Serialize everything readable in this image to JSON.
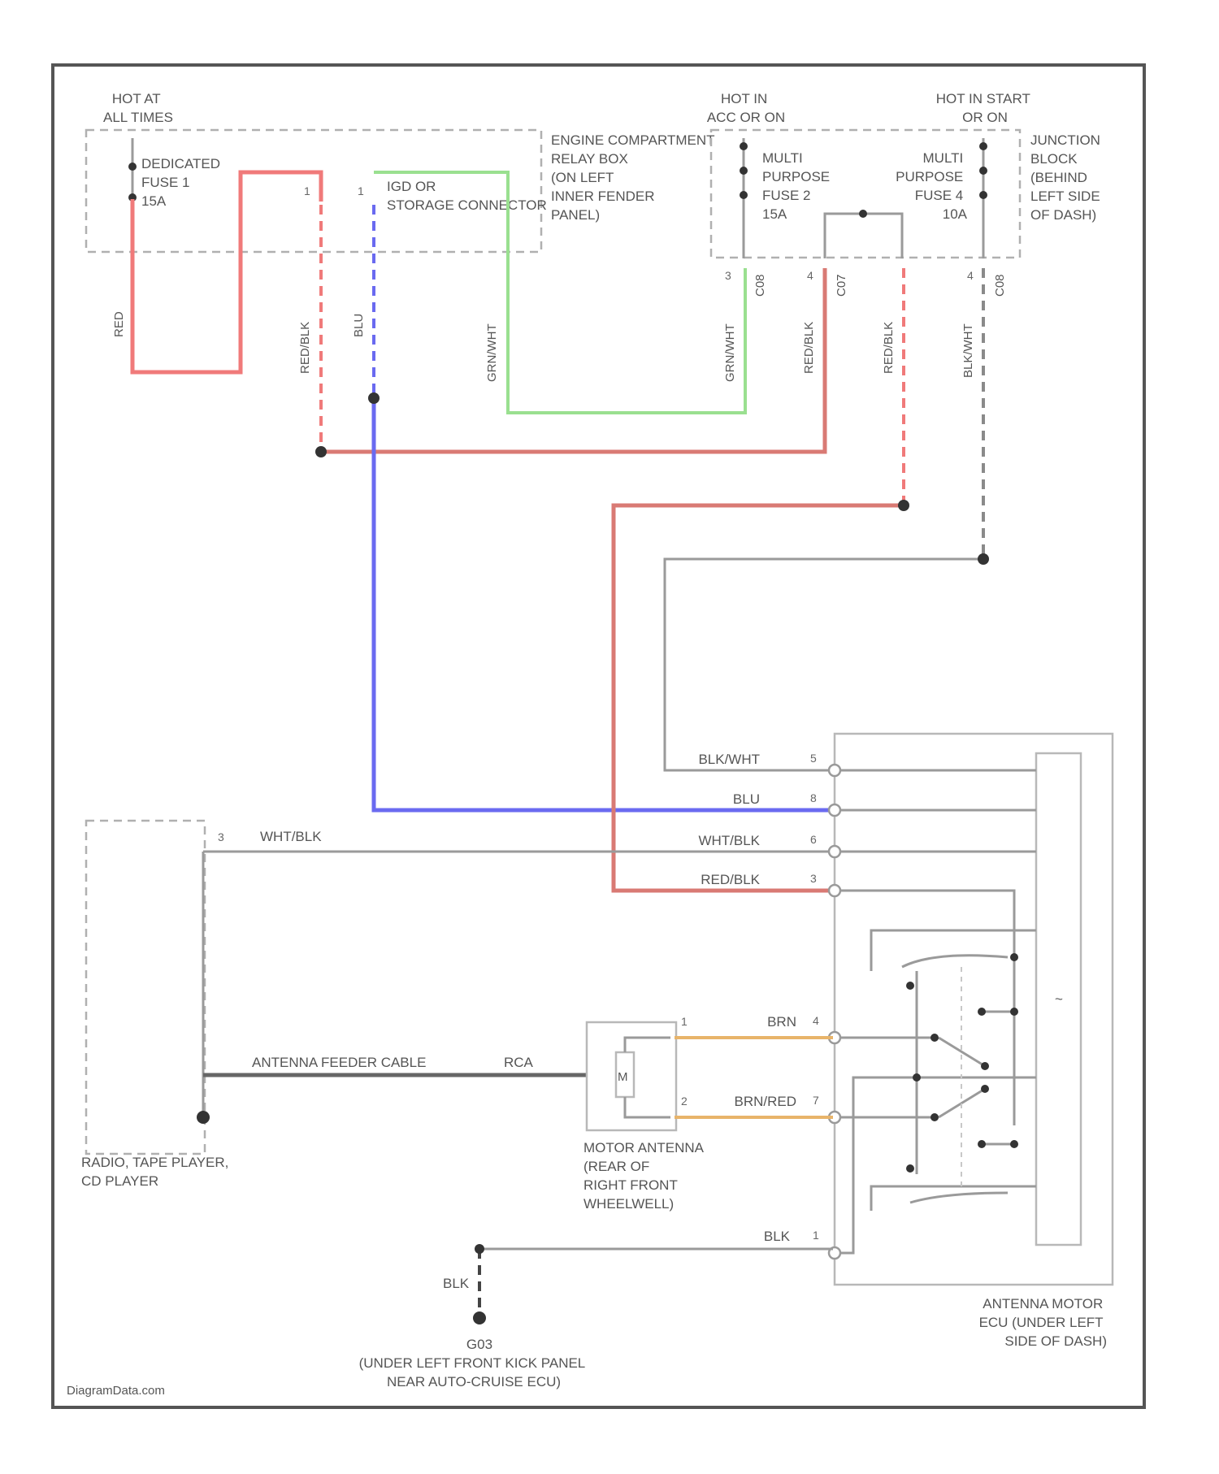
{
  "source_credit": "DiagramData.com",
  "power": {
    "hot_at_all_times": [
      "HOT AT",
      "ALL TIMES"
    ],
    "hot_in_acc_or_on": [
      "HOT IN",
      "ACC OR ON"
    ],
    "hot_in_start_or_on": [
      "HOT IN START",
      "OR ON"
    ]
  },
  "engine_relay_box": {
    "label": [
      "ENGINE COMPARTMENT",
      "RELAY BOX",
      "(ON LEFT",
      "INNER FENDER",
      "PANEL)"
    ],
    "fuse": [
      "DEDICATED",
      "FUSE 1",
      "15A"
    ],
    "connector": [
      "IGD OR",
      "STORAGE CONNECTOR"
    ],
    "pins": [
      "1",
      "1"
    ]
  },
  "junction_block": {
    "label": [
      "JUNCTION",
      "BLOCK",
      "(BEHIND",
      "LEFT SIDE",
      "OF DASH)"
    ],
    "fuse_2": [
      "MULTI",
      "PURPOSE",
      "FUSE 2",
      "15A"
    ],
    "fuse_4": [
      "MULTI",
      "PURPOSE",
      "FUSE 4",
      "10A"
    ],
    "pins": [
      "3",
      "C08",
      "4",
      "C07",
      "4",
      "C08"
    ]
  },
  "wires": {
    "red": "RED",
    "red_blk_1": "RED/BLK",
    "blu": "BLU",
    "grn_wht_1": "GRN/WHT",
    "grn_wht_2": "GRN/WHT",
    "red_blk_2": "RED/BLK",
    "red_blk_3": "RED/BLK",
    "blk_wht": "BLK/WHT"
  },
  "antenna_ecu": {
    "label": [
      "ANTENNA MOTOR",
      "ECU (UNDER LEFT",
      "SIDE OF DASH)"
    ],
    "inputs": [
      {
        "wire": "BLK/WHT",
        "pin": "5"
      },
      {
        "wire": "BLU",
        "pin": "8"
      },
      {
        "wire": "WHT/BLK",
        "pin": "6"
      },
      {
        "wire": "RED/BLK",
        "pin": "3"
      },
      {
        "wire": "BRN",
        "pin": "4"
      },
      {
        "wire": "BRN/RED",
        "pin": "7"
      },
      {
        "wire": "BLK",
        "pin": "1"
      }
    ],
    "inner_mark": "~"
  },
  "radio": {
    "label": [
      "RADIO, TAPE PLAYER,",
      "CD PLAYER"
    ],
    "pin": "3",
    "wire": "WHT/BLK"
  },
  "feeder": {
    "label": "ANTENNA FEEDER CABLE",
    "tag": "RCA"
  },
  "motor_antenna": {
    "label": [
      "MOTOR ANTENNA",
      "(REAR OF",
      "RIGHT FRONT",
      "WHEELWELL)"
    ],
    "symbol": "M",
    "pins": [
      "1",
      "2"
    ]
  },
  "ground": {
    "wire": "BLK",
    "id": "G03",
    "label": [
      "(UNDER LEFT FRONT KICK PANEL",
      "NEAR AUTO-CRUISE ECU)"
    ]
  },
  "colors": {
    "red": "#f07a7a",
    "red_blk": "#d97a74",
    "blue": "#6a6af0",
    "green": "#9ae090",
    "gray": "#9a9a9a",
    "brown": "#e8b46a"
  }
}
